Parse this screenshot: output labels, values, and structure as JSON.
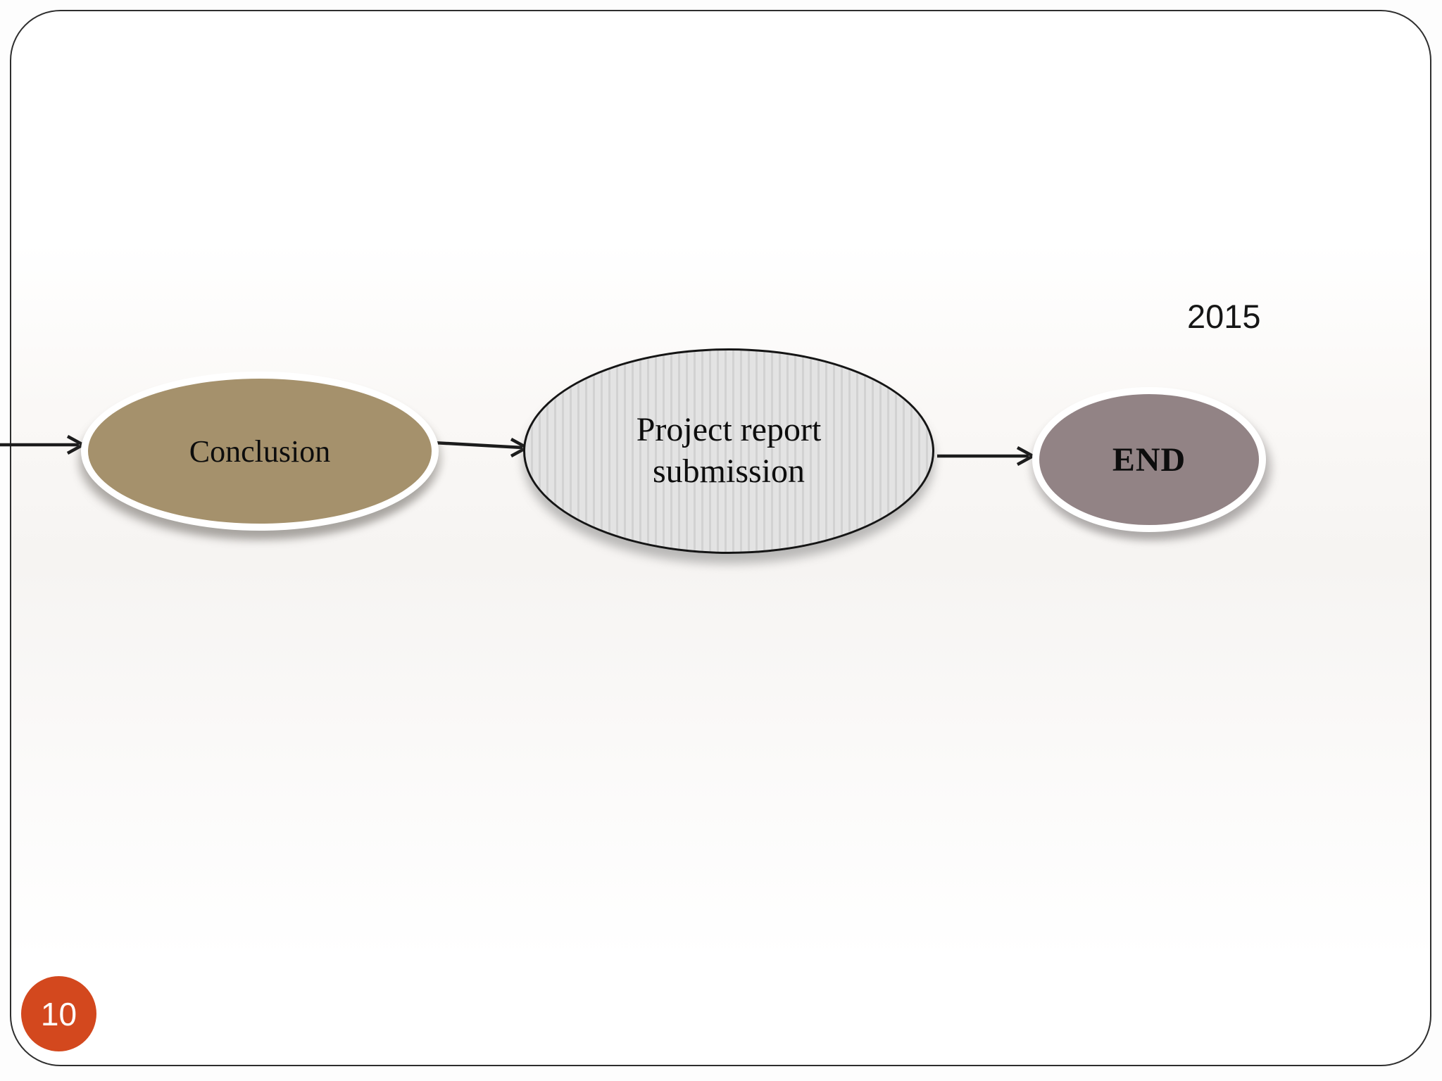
{
  "slide": {
    "year_label": "2015",
    "page_number": "10",
    "colors": {
      "conclusion_fill": "#a5916c",
      "submission_fill": "#e3e3e3",
      "submission_stripe": "#d2d2d2",
      "end_fill": "#928385",
      "page_badge_fill": "#d3481e",
      "arrow_color": "#1c1c1c",
      "border_color": "#2e2e2e"
    }
  },
  "flowchart": {
    "nodes": [
      {
        "id": "conclusion",
        "label": "Conclusion"
      },
      {
        "id": "project-report-submission",
        "label": "Project report submission",
        "line1": "Project report",
        "line2": "submission"
      },
      {
        "id": "end",
        "label": "END"
      }
    ],
    "connectors": [
      {
        "from": "previous-step-offslide",
        "to": "conclusion"
      },
      {
        "from": "conclusion",
        "to": "project-report-submission"
      },
      {
        "from": "project-report-submission",
        "to": "end"
      }
    ]
  }
}
